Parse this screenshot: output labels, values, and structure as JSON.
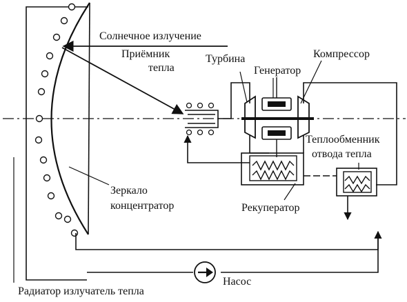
{
  "labels": {
    "solar_radiation": "Солнечное излучение",
    "heat_receiver_line1": "Приёмник",
    "heat_receiver_line2": "тепла",
    "turbine": "Турбина",
    "generator": "Генератор",
    "compressor": "Компрессор",
    "heat_exchanger_line1": "Теплообменник",
    "heat_exchanger_line2": "отвода тепла",
    "mirror_line1": "Зеркало",
    "mirror_line2": "концентратор",
    "recuperator": "Рекуператор",
    "pump": "Насос",
    "radiator": "Радиатор излучатель тепла"
  },
  "colors": {
    "ink": "#111111",
    "background": "#ffffff"
  }
}
